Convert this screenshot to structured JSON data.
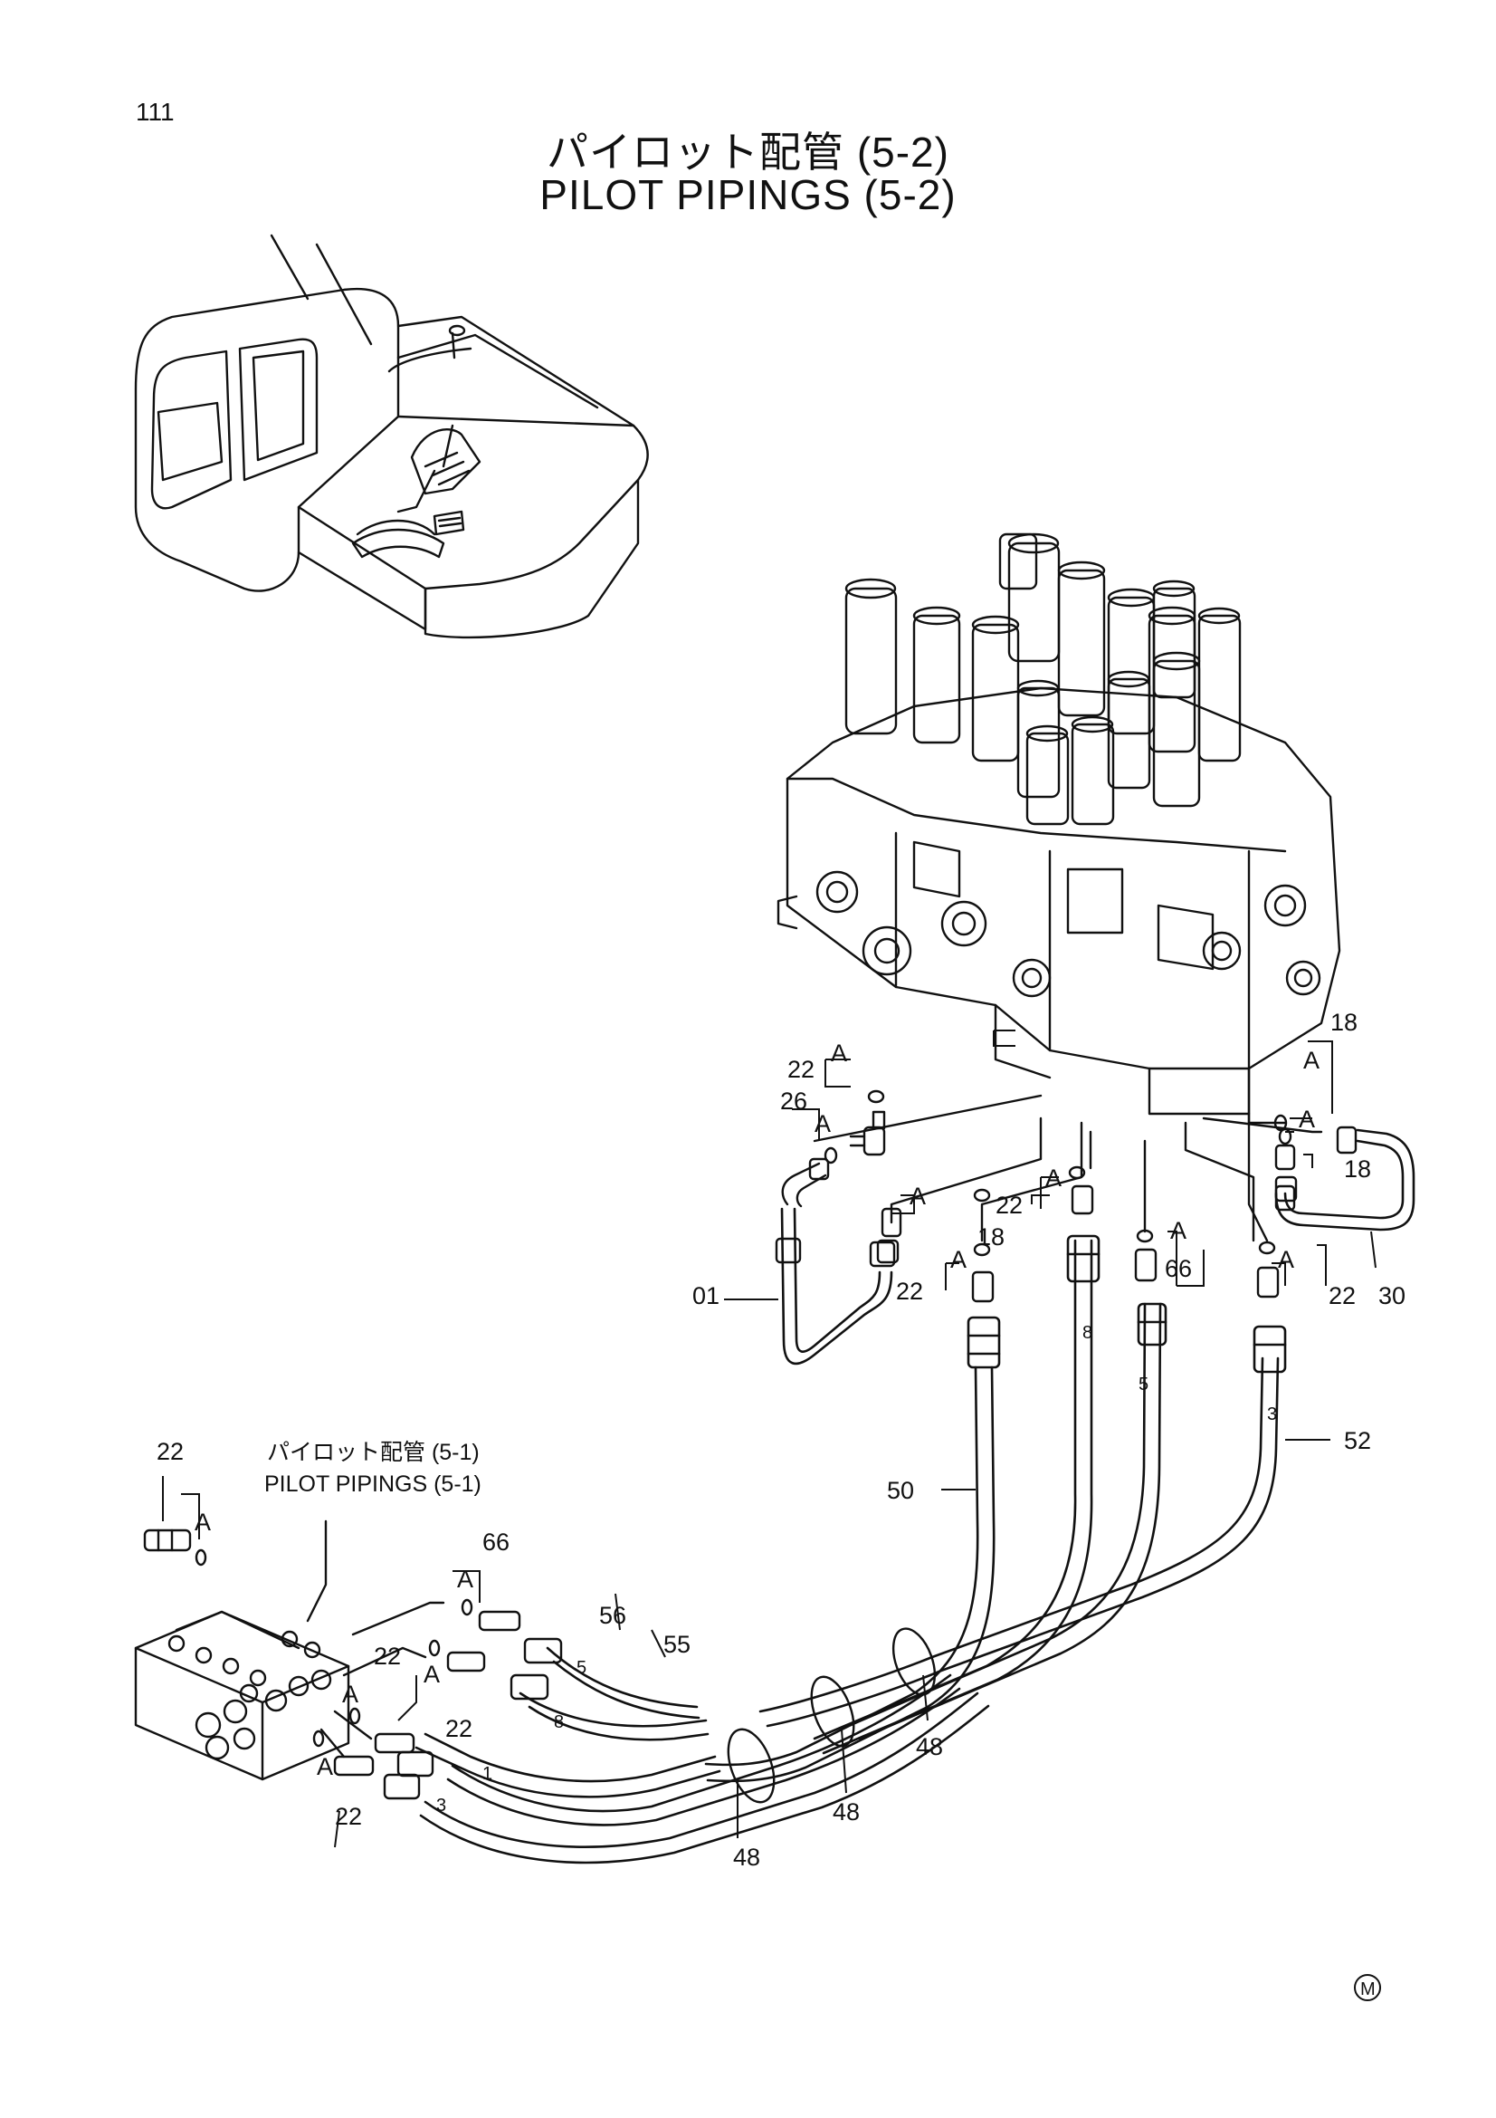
{
  "page_number": "111",
  "title_jp": "パイロット配管 (5-2)",
  "title_en": "PILOT PIPINGS (5-2)",
  "reference": {
    "jp": "パイロット配管 (5-1)",
    "en": "PILOT PIPINGS (5-1)"
  },
  "part_labels": {
    "p01": "01",
    "p18a": "18",
    "p18b": "18",
    "p18c": "18",
    "p22a": "22",
    "p22b": "22",
    "p22c": "22",
    "p22d": "22",
    "p22e": "22",
    "p22f": "22",
    "p22g": "22",
    "p22h": "22",
    "p26": "26",
    "p30": "30",
    "p48a": "48",
    "p48b": "48",
    "p48c": "48",
    "p50": "50",
    "p52": "52",
    "p55": "55",
    "p56": "56",
    "p66a": "66",
    "p66b": "66"
  },
  "a_labels": [
    "A",
    "A",
    "A",
    "A",
    "A",
    "A",
    "A",
    "A",
    "A",
    "A",
    "A",
    "A",
    "A",
    "A"
  ],
  "hose_marks": [
    "8",
    "5",
    "3",
    "5",
    "8",
    "1",
    "3"
  ],
  "mark_symbol": "M"
}
